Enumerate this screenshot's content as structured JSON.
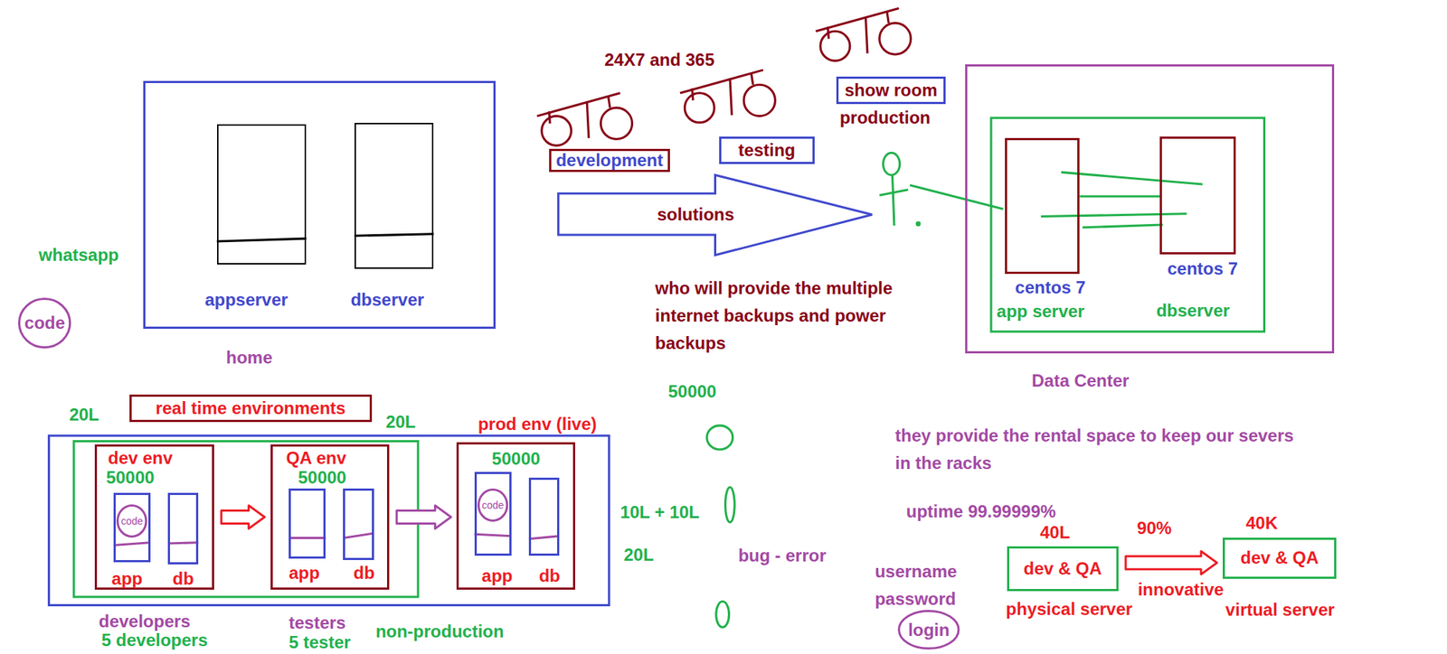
{
  "diagram": {
    "nodes": [
      {
        "text": [
          "home"
        ]
      },
      {
        "text": [
          "appserver"
        ],
        "in": 0
      },
      {
        "text": [
          "dbserver"
        ],
        "in": 0
      },
      {
        "text": [
          "code"
        ]
      },
      {
        "text": [
          "development"
        ]
      },
      {
        "text": [
          "testing"
        ]
      },
      {
        "text": [
          "show room",
          "production"
        ]
      },
      {
        "text": [
          "Data Center"
        ]
      },
      {
        "text": [
          "centos 7",
          "app server"
        ],
        "in": 7
      },
      {
        "text": [
          "centos 7",
          "dbserver"
        ],
        "in": 7
      },
      {
        "text": [
          "real time environments"
        ]
      },
      {
        "text": [
          "dev env",
          "50000"
        ]
      },
      {
        "text": [
          "app"
        ],
        "in": 11
      },
      {
        "text": [
          "code"
        ],
        "in": 12
      },
      {
        "text": [
          "db"
        ],
        "in": 11
      },
      {
        "text": [
          "QA env",
          "50000"
        ]
      },
      {
        "text": [
          "app"
        ],
        "in": 15
      },
      {
        "text": [
          "db"
        ],
        "in": 15
      },
      {
        "text": [
          "prod env (live)",
          "50000"
        ]
      },
      {
        "text": [
          "app"
        ],
        "in": 18
      },
      {
        "text": [
          "code"
        ],
        "in": 19
      },
      {
        "text": [
          "db"
        ],
        "in": 18
      },
      {
        "text": [
          "login"
        ]
      },
      {
        "text": [
          "dev & QA",
          "physical server"
        ]
      },
      {
        "text": [
          "dev & QA",
          "virtual server"
        ]
      }
    ],
    "edges": [
      {
        "from": 8,
        "to": 9,
        "arrow": "none"
      },
      {
        "from": 11,
        "to": 15,
        "arrow": "to"
      },
      {
        "from": 15,
        "to": 18,
        "arrow": "to"
      },
      {
        "from": 23,
        "to": 24,
        "arrow": "to"
      }
    ],
    "labels": [
      "whatsapp",
      "24X7 and 365",
      "solutions",
      "who will provide the multiple internet backups and power backups",
      "20L",
      "20L",
      "50000",
      "10L + 10L",
      "20L",
      "bug - error",
      "developers",
      "5 developers",
      "testers",
      "5 tester",
      "non-production",
      "they provide the rental space to keep our severs in the racks",
      "uptime 99.99999%",
      "username",
      "password",
      "40L",
      "90%",
      "innovative",
      "40K"
    ]
  }
}
